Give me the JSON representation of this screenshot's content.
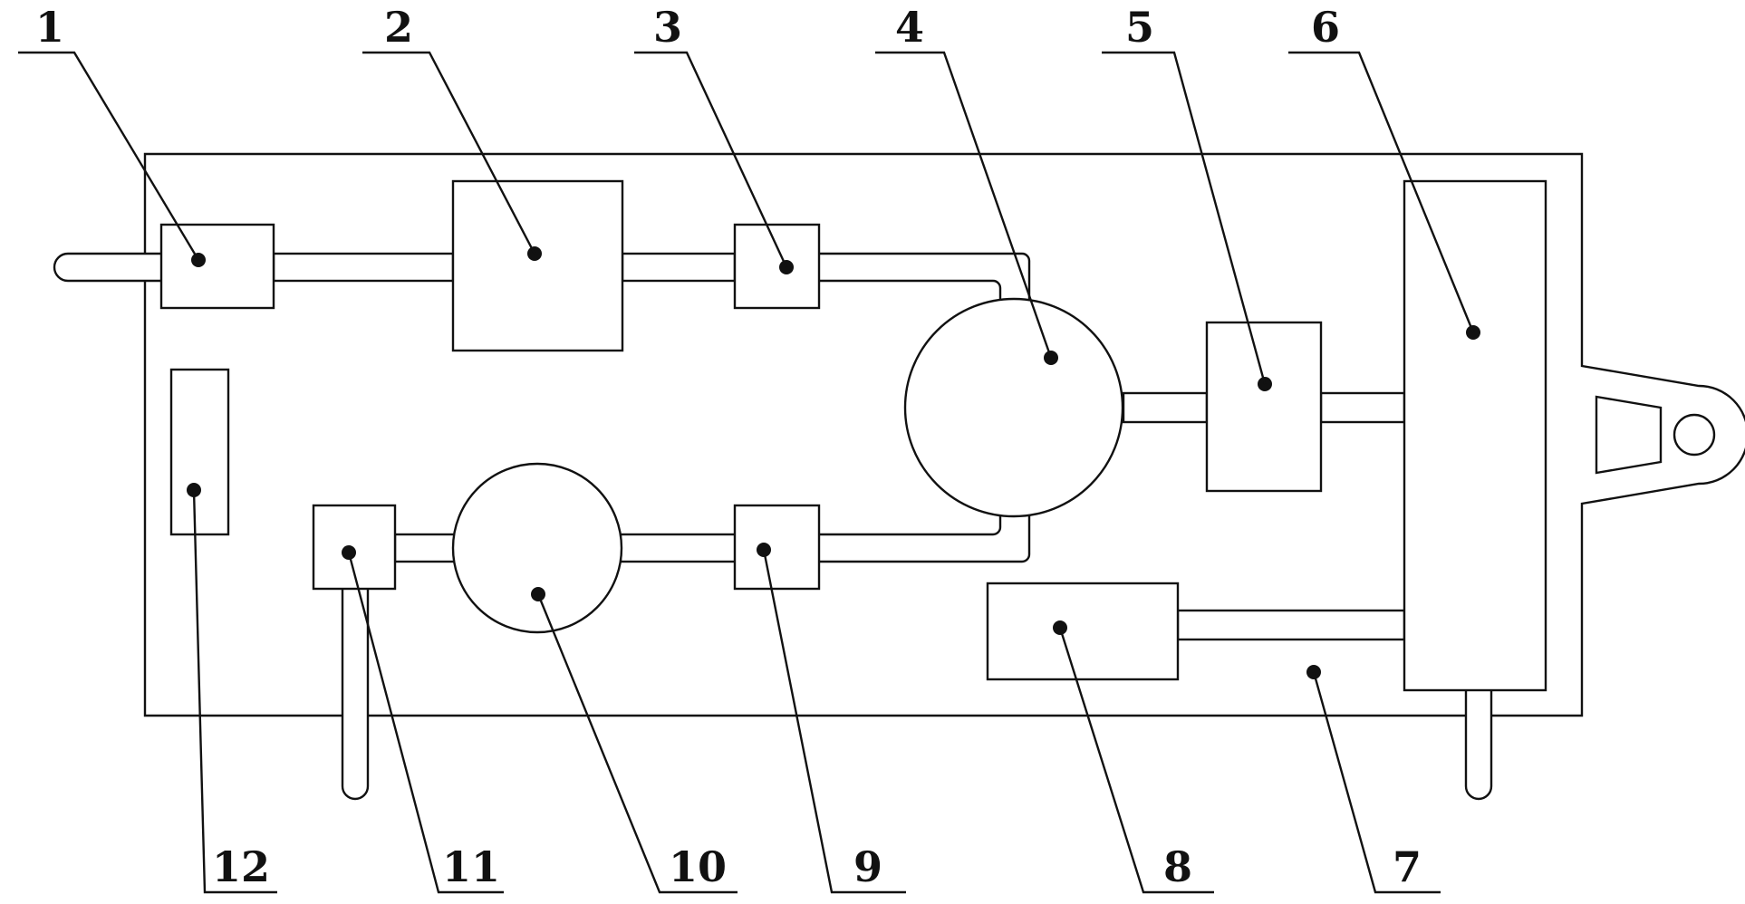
{
  "labels": {
    "l1": "1",
    "l2": "2",
    "l3": "3",
    "l4": "4",
    "l5": "5",
    "l6": "6",
    "l7": "7",
    "l8": "8",
    "l9": "9",
    "l10": "10",
    "l11": "11",
    "l12": "12"
  },
  "colors": {
    "line": "#111111",
    "background": "#ffffff"
  }
}
